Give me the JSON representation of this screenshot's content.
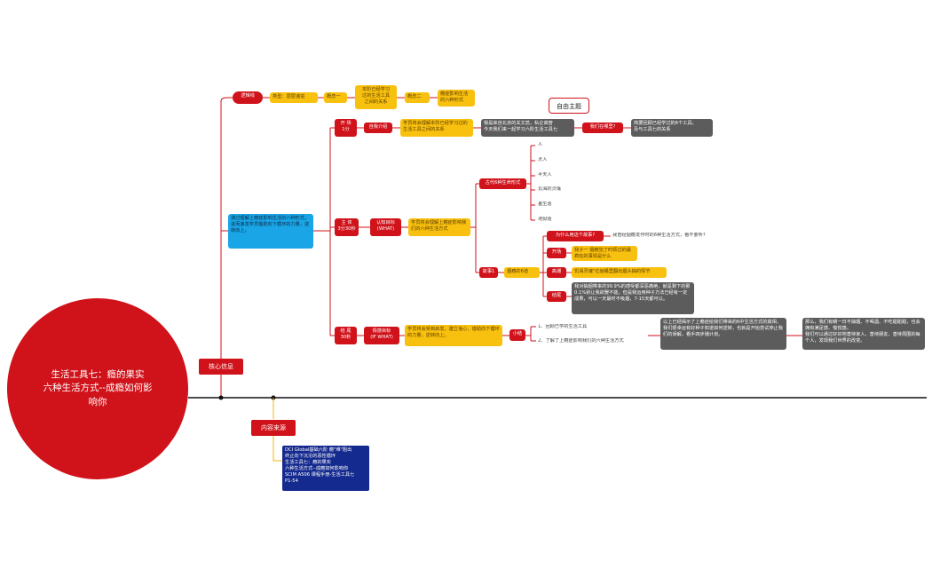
{
  "root": {
    "title": "生活工具七：瘾的果实\n六种生活方式--成瘾如何影\n响你"
  },
  "section_core": "核心信息",
  "section_source": "内容来源",
  "logic": {
    "label": "逻辑线",
    "type": "类型：层层递进",
    "concept1": "概念一",
    "concept1_desc": "本阶已经学习\n过的生活工具\n之间的关系",
    "concept2": "概念二",
    "concept2_desc": "瘾症影响生活\n的六种形式"
  },
  "free_topic": "自由主题",
  "core_desc": "通过理解上瘾症影响生活的六种形式，进而激发学员借助向下循环的力量，逆转向上。",
  "opening": {
    "label": "开 场\n1分",
    "step": "自我介绍",
    "goal": "学员将会理解本阶已经学习过的生活工具之间的关系",
    "talk": "我是来自北京的关文蕊，私企高管\n今天我们来一起学习六阶生活工具七",
    "question": "我们在哪里?",
    "answer": "简要回顾已经学过的6个工具，\n及与工具七的关系"
  },
  "body": {
    "label": "主 体\n3分30秒",
    "goal_type": "认知目标\n(WHAT)",
    "goal": "学员将会理解上瘾症影响我们的六种生活方式"
  },
  "ancient": {
    "label": "古代6种生命形式",
    "items": [
      "人",
      "天人",
      "半天人",
      "饥渴的灵魂",
      "畜生道",
      "地狱道"
    ]
  },
  "story": {
    "label": "故事1",
    "sub": "烟瘾的6道",
    "why": "为什么用这个故事?",
    "why_text": "我曾经烟瘾发作时的6种生活方式，看不要听?",
    "open": "开场",
    "open_text": "我子一 烟瘾犯了时烦过的最\n疯狂的事情是什么",
    "climax": "高潮",
    "climax_text": "饥渴灵魂\"垃圾桶里翻出烟头抽的情节",
    "end": "结尾",
    "end_text": "我对抽烟带来的99.9%的感受都深恶痛绝，就是剩下的那0.1%别让我欲罢不能。但是我运用种子方法已经有一定成果，可以一天最时不吸烟，7-15天都可以。"
  },
  "ending": {
    "label": "结 尾\n30秒",
    "goal_type": "情感目标\n(IF WHAT)",
    "goal": "学员将会受到启发，建立信心，借助向下循环的力量，逆转向上。",
    "summary": "小结",
    "points": [
      "1、回顾已学的生活工具",
      "2、了解了上瘾症影响我们的六种生活方式"
    ],
    "text1": "以上已经揭示了上瘾症给我们带来的6中生活方式的真相，我们很幸运有好种子知道如何逆转，也就是开始尝试停止我们的误解，看手四步播计划。",
    "text2": "那么，我们有朝一日不抽烟、不喝酒、不吃甜甜甜，也会拥有满足感、愉悦感。\n我们可以通过好好地善待家人、善待朋友、善待周围的每个人，发现我们世界的改变。"
  },
  "source_text": "DCI Global基础六阶 瘾\"难\"阻出\n终止向下沉沦的恶性循环\n生活工具七：瘾的果实\n六种生活方式--成瘾如何影响你\nSCIM A506 课程手册-生活工具七\nP1-54"
}
